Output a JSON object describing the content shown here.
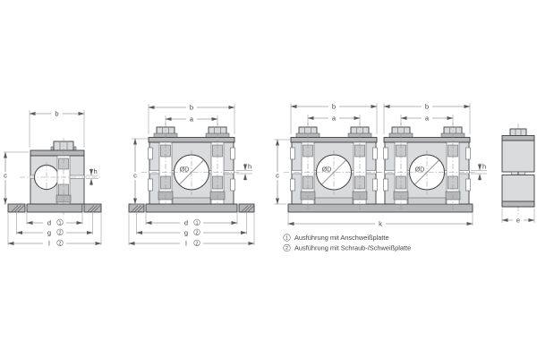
{
  "drawing": {
    "dims": {
      "b": "b",
      "a": "a",
      "c": "c",
      "d": "d",
      "g": "g",
      "l": "l",
      "h": "h",
      "k": "k",
      "e": "e",
      "dia": "ØD"
    },
    "refs": {
      "r1": "1",
      "r2": "2"
    },
    "legend": {
      "items": [
        {
          "num": "1",
          "text": "Ausführung mit Anschweißplatte"
        },
        {
          "num": "2",
          "text": "Ausführung mit Schraub-/Schweißplatte"
        }
      ]
    },
    "colors": {
      "body_fill": "#dadbdc",
      "plate_fill": "#b6b7b9",
      "sleeve_fill": "#c9cacb",
      "outline": "#3f3f41",
      "dimension_line": "#6e6e6e",
      "text": "#454545",
      "background": "#ffffff"
    }
  }
}
